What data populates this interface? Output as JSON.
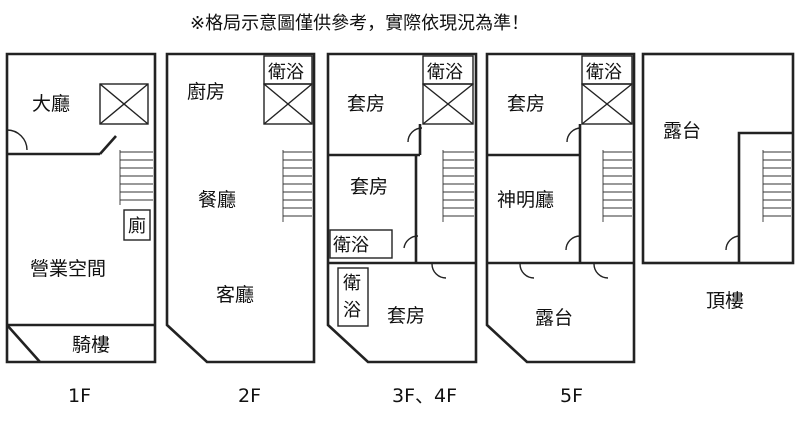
{
  "note": "※格局示意圖僅供參考，實際依現況為準！",
  "floors": {
    "f1": {
      "label": "1F",
      "rooms": {
        "living": "大廳",
        "toilet": "廁",
        "business": "營業空間",
        "arcade": "騎樓"
      }
    },
    "f2": {
      "label": "2F",
      "rooms": {
        "kitchen": "廚房",
        "bath": "衛浴",
        "dining": "餐廳",
        "living": "客廳"
      }
    },
    "f34": {
      "label": "3F、4F",
      "rooms": {
        "suite_top": "套房",
        "bath_top": "衛浴",
        "suite_mid": "套房",
        "bath_mid": "衛浴",
        "bath_low": "衛浴",
        "suite_bottom": "套房"
      }
    },
    "f5": {
      "label": "5F",
      "rooms": {
        "suite": "套房",
        "bath": "衛浴",
        "shrine": "神明廳",
        "terrace": "露台"
      }
    },
    "roof": {
      "label": "頂樓",
      "rooms": {
        "terrace": "露台"
      }
    }
  },
  "colors": {
    "line": "#222222",
    "background": "#ffffff"
  }
}
